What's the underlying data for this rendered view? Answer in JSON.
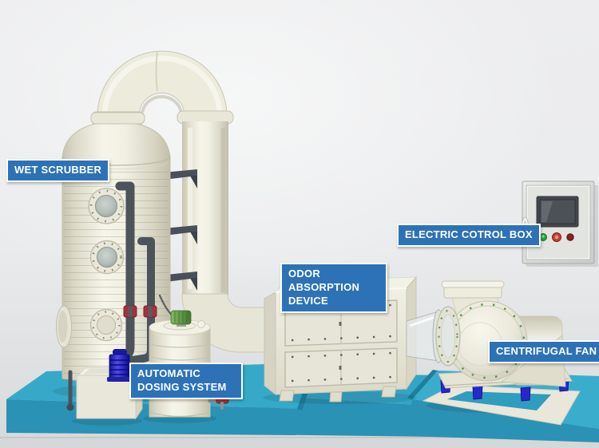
{
  "labels": {
    "wet_scrubber": "WET SCRUBBER",
    "odor_absorption_device": "ODOR ABSORPTION DEVICE",
    "automatic_dosing_system": "AUTOMATIC DOSING SYSTEM",
    "electric_control_box": "ELECTRIC COTROL BOX",
    "centrifugal_fan": "CENTRIFUGAL FAN"
  },
  "colors": {
    "label_bg": "#2d72b7",
    "label_border": "#ffffff",
    "label_text": "#ffffff",
    "platform_top": "#36a9c9",
    "platform_front": "#2a92b4",
    "equipment_cream": "#ecebdc",
    "equipment_shadow": "#d2cfbd",
    "pipe_dark": "#4d535b",
    "pump_blue": "#2828c4",
    "motor_green": "#5d9a47",
    "valve_red": "#a4323b",
    "background": "#ebecee"
  }
}
